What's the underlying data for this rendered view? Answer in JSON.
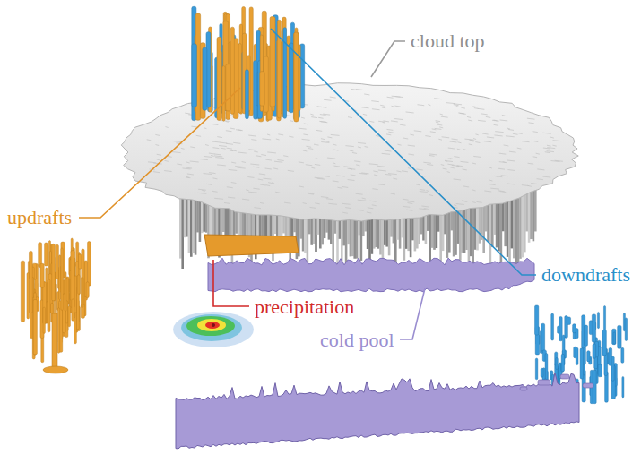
{
  "diagram": {
    "labels": [
      "cloud top",
      "updrafts",
      "downdrafts",
      "precipitation",
      "cold pool"
    ]
  }
}
